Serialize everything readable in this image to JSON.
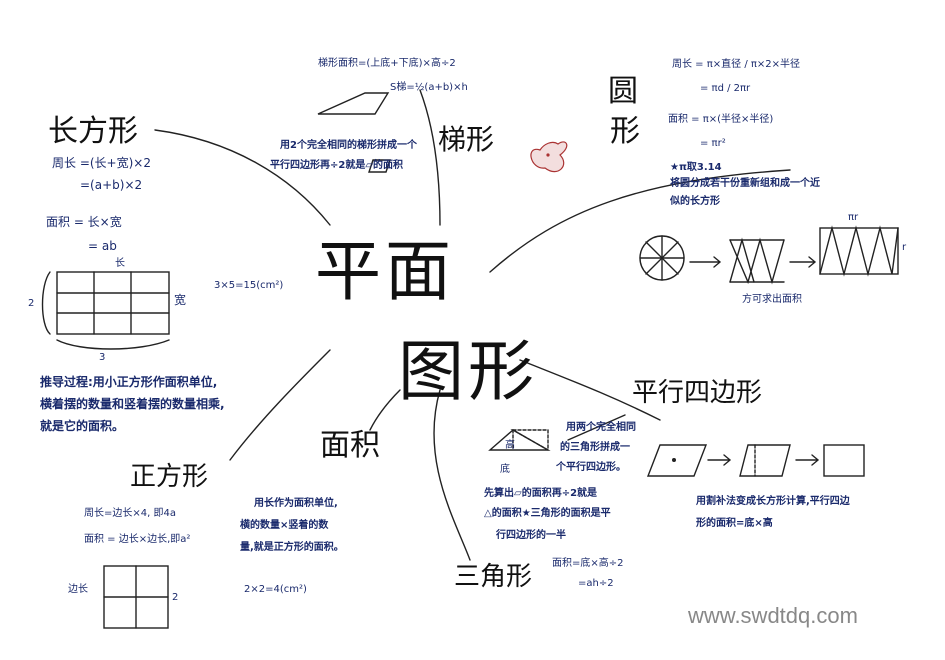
{
  "center": {
    "line1": "平面",
    "line2": "图形"
  },
  "rectangle": {
    "title": "长方形",
    "perimeter_1": "周长 =(长+宽)×2",
    "perimeter_2": "=(a+b)×2",
    "area_1": "面积 = 长×宽",
    "area_2": "= ab",
    "label_long": "长",
    "label_wide": "宽",
    "label_2": "2",
    "label_3": "3",
    "calc": "3×5=15(cm²)",
    "derivation_1": "推导过程:用小正方形作面积单位,",
    "derivation_2": "横着摆的数量和竖着摆的数量相乘,",
    "derivation_3": "就是它的面积。"
  },
  "trapezoid": {
    "formula_1": "梯形面积=(上底+下底)×高÷2",
    "formula_2": "S梯=½(a+b)×h",
    "title": "梯形",
    "note_1": "用2个完全相同的梯形拼成一个",
    "note_2": "平行四边形再÷2就是▱的面积"
  },
  "circle": {
    "title_1": "圆",
    "title_2": "形",
    "perimeter_1": "周长 = π×直径 / π×2×半径",
    "perimeter_2": "= πd / 2πr",
    "area_1": "面积 = π×(半径×半径)",
    "area_2": "= πr²",
    "note_1": "★π取3.14",
    "note_2": "将圆分成若干份重新组和成一个近",
    "note_3": "似的长方形",
    "label_pir": "πr",
    "label_r": "r",
    "caption": "方可求出面积"
  },
  "parallelogram": {
    "title": "平行四边形",
    "note_1": "用割补法变成长方形计算,平行四边",
    "note_2": "形的面积=底×高"
  },
  "triangle": {
    "label_height": "高",
    "label_base": "底",
    "note_1": "用两个完全相同",
    "note_2": "的三角形拼成一",
    "note_3": "个平行四边形。",
    "derive_1": "先算出▱的面积再÷2就是",
    "derive_2": "△的面积★三角形的面积是平",
    "derive_3": "行四边形的一半",
    "title": "三角形",
    "formula_1": "面积=底×高÷2",
    "formula_2": "=ah÷2"
  },
  "area_branch": {
    "title": "面积"
  },
  "square": {
    "title": "正方形",
    "perimeter": "周长=边长×4, 即4a",
    "area": "面积 = 边长×边长,即a²",
    "label_side": "边长",
    "label_2": "2",
    "note_1": "用长作为面积单位,",
    "note_2": "横的数量×竖着的数",
    "note_3": "量,就是正方形的面积。",
    "calc": "2×2=4(cm²)"
  },
  "watermark": "www.swdtdq.com"
}
